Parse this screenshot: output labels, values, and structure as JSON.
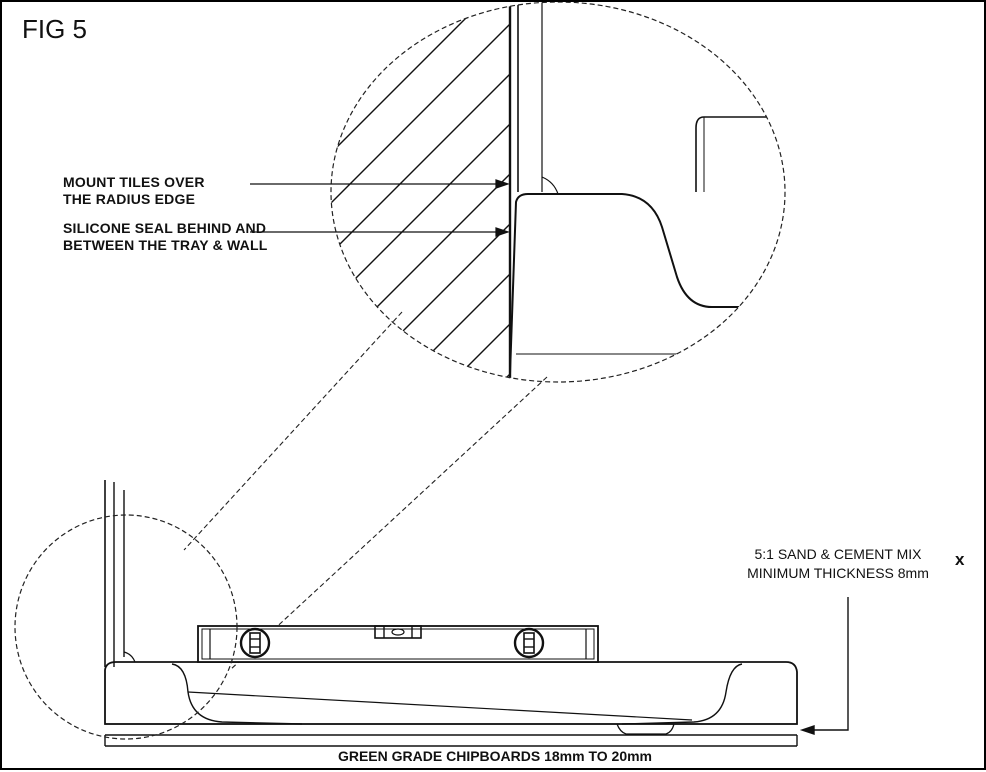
{
  "figure": {
    "title": "FIG 5",
    "callouts": [
      {
        "line1": "MOUNT TILES OVER",
        "line2": "THE RADIUS EDGE"
      },
      {
        "line1": "SILICONE SEAL BEHIND AND",
        "line2": "BETWEEN THE TRAY & WALL"
      }
    ],
    "mix_note": {
      "line1": "5:1 SAND & CEMENT MIX",
      "line2": "MINIMUM THICKNESS 8mm"
    },
    "x_marker": "x",
    "bottom_label": "GREEN GRADE CHIPBOARDS 18mm TO 20mm"
  },
  "colors": {
    "ink": "#111111",
    "background": "#ffffff"
  }
}
